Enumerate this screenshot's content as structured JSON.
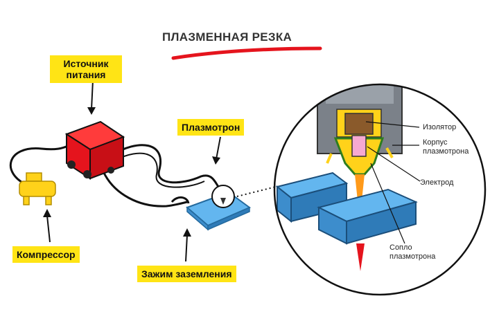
{
  "title": "ПЛАЗМЕННАЯ РЕЗКА",
  "labels": {
    "power_source": "Источник питания",
    "plasmatron": "Плазмотрон",
    "compressor": "Компрессор",
    "ground_clamp": "Зажим заземления"
  },
  "callouts": {
    "insulator": "Изолятор",
    "torch_body": "Корпус плазмотрона",
    "electrode": "Электрод",
    "nozzle": "Сопло плазмотрона"
  },
  "colors": {
    "accent_red": "#e5141d",
    "label_yellow": "#ffe415",
    "workpiece_blue": "#4aa8e8",
    "compressor_yellow": "#ffd21a"
  }
}
